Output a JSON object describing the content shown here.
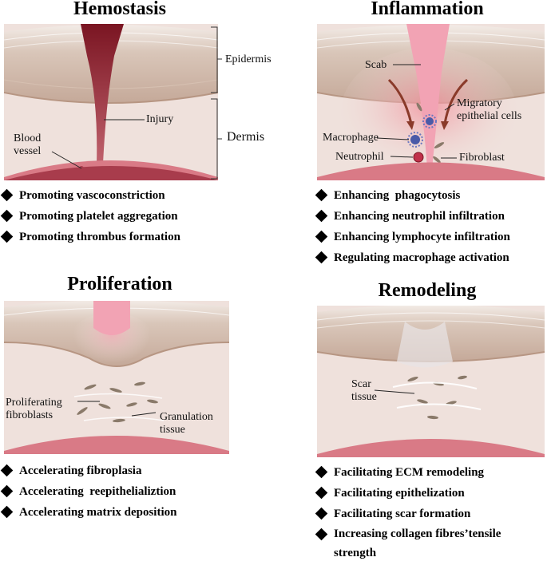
{
  "panels": {
    "hemostasis": {
      "title": "Hemostasis",
      "labels": {
        "epidermis": "Epidermis",
        "dermis": "Dermis",
        "injury": "Injury",
        "blood_vessel": "Blood\nvessel"
      },
      "bullets": [
        "Promoting vascoconstriction",
        "Promoting platelet aggregation",
        "Promoting thrombus formation"
      ]
    },
    "inflammation": {
      "title": "Inflammation",
      "labels": {
        "scab": "Scab",
        "migratory": "Migratory\nepithelial cells",
        "macrophage": "Macrophage",
        "neutrophil": "Neutrophil",
        "fibroblast": "Fibroblast"
      },
      "bullets": [
        "Enhancing  phagocytosis",
        "Enhancing neutrophil infiltration",
        "Enhancing lymphocyte infiltration",
        "Regulating macrophage activation"
      ]
    },
    "proliferation": {
      "title": "Proliferation",
      "labels": {
        "proliferating": "Proliferating\nfibroblasts",
        "granulation": "Granulation\ntissue"
      },
      "bullets": [
        "Accelerating fibroplasia",
        "Accelerating  reepithelializtion",
        "Accelerating matrix deposition"
      ]
    },
    "remodeling": {
      "title": "Remodeling",
      "labels": {
        "scar": "Scar\ntissue"
      },
      "bullets": [
        "Facilitating ECM remodeling",
        "Facilitating epithelization",
        "Facilitating scar formation",
        "Increasing collagen fibres’tensile strength"
      ]
    }
  },
  "colors": {
    "skin_top": "#e9dfd8",
    "epidermis": "#c9b2a2",
    "dermis": "#efe1dc",
    "vessel_outer": "#d97a86",
    "vessel_inner": "#a83c4c",
    "blood": "#8e1e2d",
    "scab": "#f2a3b4",
    "inflam_glow": "#f4b6bd"
  }
}
